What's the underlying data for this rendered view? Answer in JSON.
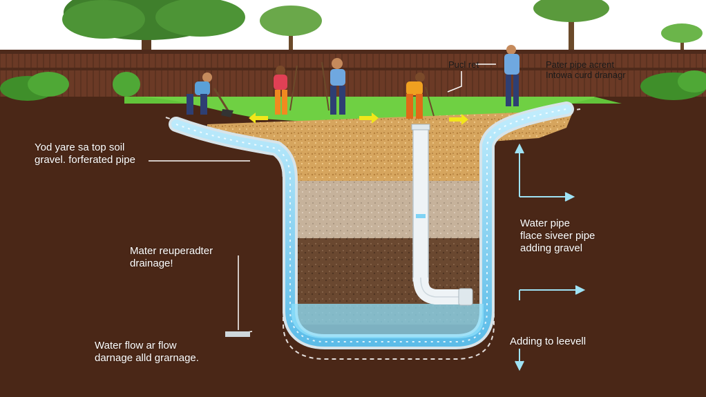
{
  "colors": {
    "sky": "#ffffff",
    "fence": "#6b3a26",
    "fence_dark": "#4e2a1b",
    "soil": "#4a2717",
    "grass": "#62c43a",
    "sand": "#d9a860",
    "gravel_light": "#c7b39a",
    "gravel_dark": "#6b4a32",
    "pipe": "#e8eef2",
    "water": "#7fd3f5",
    "arrow_cyan": "#9fe3f5",
    "arrow_yellow": "#f2e61a"
  },
  "labels": {
    "top_soil": [
      "Yod yare sa top soil",
      "gravel. forferated pipe"
    ],
    "water_reup": [
      "Mater reuperadter",
      "drainage!"
    ],
    "water_flow": [
      "Water flow ar flow",
      "darnage alld grarnage."
    ],
    "pucl": [
      "Pucl ret"
    ],
    "pater_pipe": [
      "Pater pipe acrent",
      "Intowa curd dranagr"
    ],
    "water_pipe": [
      "Water pipe",
      "flace siveer pipe",
      "adding gravel"
    ],
    "adding_level": [
      "Adding to leevell"
    ]
  },
  "icons": {
    "tree": "tree-icon",
    "shrub": "shrub-icon",
    "worker": "worker-icon",
    "arrow": "arrow-icon"
  }
}
